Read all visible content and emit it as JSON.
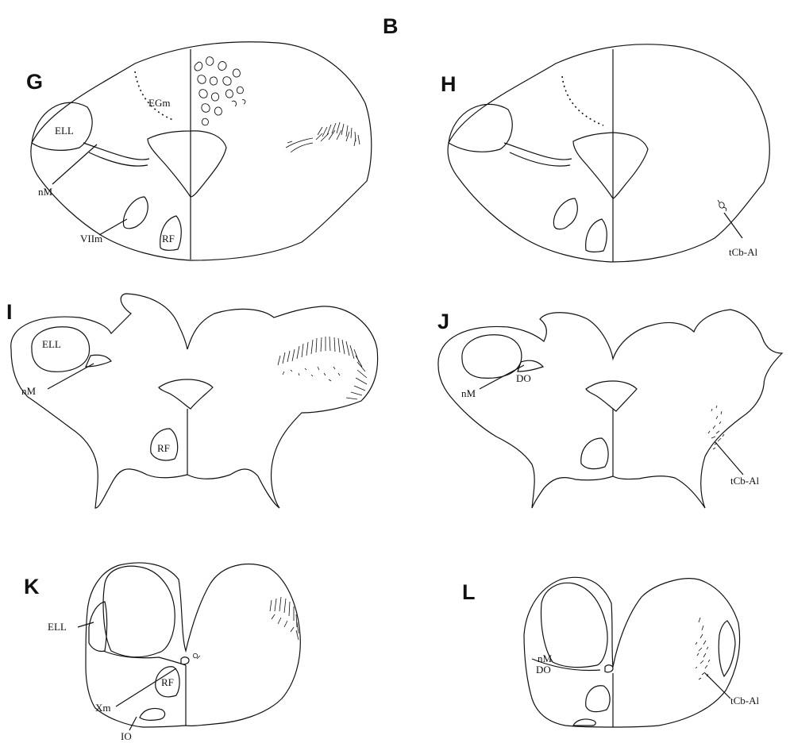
{
  "figure": {
    "title": "B",
    "panels": [
      {
        "id": "G",
        "labels": [
          "EGm",
          "ELL",
          "nM",
          "VIIm",
          "RF"
        ]
      },
      {
        "id": "H",
        "labels": [
          "tCb-Al"
        ]
      },
      {
        "id": "I",
        "labels": [
          "ELL",
          "nM",
          "RF"
        ]
      },
      {
        "id": "J",
        "labels": [
          "nM",
          "DO",
          "tCb-Al"
        ]
      },
      {
        "id": "K",
        "labels": [
          "ELL",
          "Xm",
          "RF",
          "IO"
        ]
      },
      {
        "id": "L",
        "labels": [
          "nM",
          "DO",
          "tCb-Al"
        ]
      }
    ]
  },
  "colors": {
    "ink": "#111111",
    "background": "#ffffff"
  }
}
